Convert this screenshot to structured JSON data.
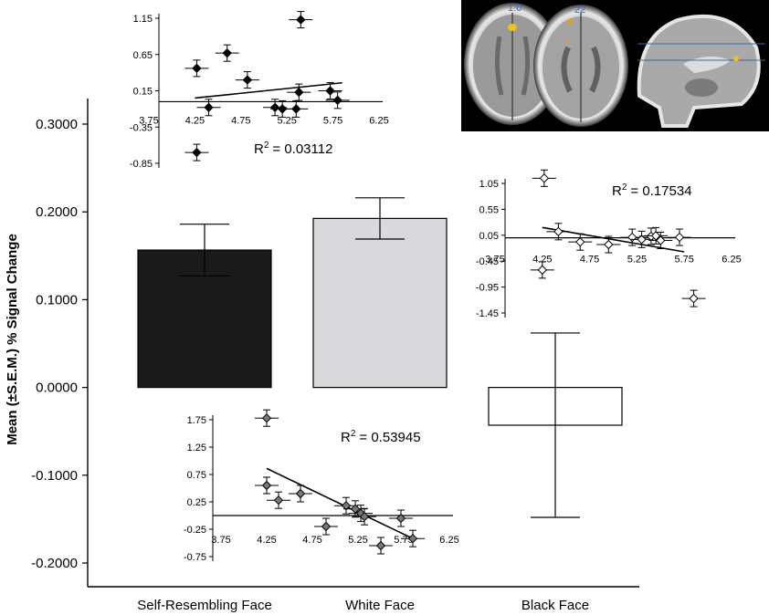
{
  "chart_data": [
    {
      "type": "bar",
      "ylabel": "Mean (±S.E.M.) % Signal Change",
      "categories": [
        "Self-Resembling Face",
        "White Face",
        "Black Face"
      ],
      "values": [
        0.1565,
        0.1925,
        -0.043
      ],
      "errors": [
        0.0295,
        0.0235,
        0.105
      ],
      "colors": [
        "#1a1a1a",
        "#d9dadd",
        "#ffffff"
      ],
      "ylim": [
        -0.2,
        0.3
      ],
      "yticks": [
        "0.3000",
        "0.2000",
        "0.1000",
        "0.0000",
        "-0.1000",
        "-0.2000"
      ],
      "grid": false
    },
    {
      "type": "scatter",
      "r2_label": "R",
      "r2_value": "= 0.03112",
      "xticks": [
        "3.75",
        "4.25",
        "4.75",
        "5.25",
        "5.75",
        "6.25"
      ],
      "yticks": [
        "1.15",
        "0.65",
        "0.15",
        "-0.35",
        "-0.85"
      ],
      "marker_color": "#000000",
      "points": [
        {
          "x": 4.27,
          "y": 0.46
        },
        {
          "x": 4.6,
          "y": 0.67
        },
        {
          "x": 4.82,
          "y": 0.3
        },
        {
          "x": 5.4,
          "y": 1.13
        },
        {
          "x": 4.4,
          "y": -0.08
        },
        {
          "x": 5.12,
          "y": -0.08
        },
        {
          "x": 5.2,
          "y": -0.1
        },
        {
          "x": 5.35,
          "y": -0.1
        },
        {
          "x": 5.38,
          "y": 0.13
        },
        {
          "x": 5.72,
          "y": 0.15
        },
        {
          "x": 5.8,
          "y": 0.02
        },
        {
          "x": 4.27,
          "y": -0.7
        }
      ],
      "fit": {
        "x": [
          4.25,
          5.85
        ],
        "y": [
          0.05,
          0.26
        ]
      }
    },
    {
      "type": "scatter",
      "r2_label": "R",
      "r2_value": "= 0.17534",
      "xticks": [
        "3.75",
        "4.25",
        "4.75",
        "5.25",
        "5.75",
        "6.25"
      ],
      "yticks": [
        "1.05",
        "0.55",
        "0.05",
        "-0.45",
        "-0.95",
        "-1.45"
      ],
      "marker_color": "#ffffff",
      "points": [
        {
          "x": 4.27,
          "y": 1.15
        },
        {
          "x": 4.42,
          "y": 0.12
        },
        {
          "x": 4.65,
          "y": -0.08
        },
        {
          "x": 4.95,
          "y": -0.13
        },
        {
          "x": 5.2,
          "y": 0.01
        },
        {
          "x": 5.3,
          "y": -0.03
        },
        {
          "x": 5.4,
          "y": 0.03
        },
        {
          "x": 5.45,
          "y": 0.04
        },
        {
          "x": 5.5,
          "y": -0.05
        },
        {
          "x": 5.7,
          "y": 0.01
        },
        {
          "x": 4.25,
          "y": -0.62
        },
        {
          "x": 5.85,
          "y": -1.17
        }
      ],
      "fit": {
        "x": [
          4.25,
          5.75
        ],
        "y": [
          0.2,
          -0.27
        ]
      }
    },
    {
      "type": "scatter",
      "r2_label": "R",
      "r2_value": "= 0.53945",
      "xticks": [
        "3.75",
        "4.25",
        "4.75",
        "5.25",
        "5.75",
        "6.25"
      ],
      "yticks": [
        "1.75",
        "1.25",
        "0.75",
        "0.25",
        "-0.25",
        "-0.75"
      ],
      "marker_color": "#777777",
      "points": [
        {
          "x": 4.25,
          "y": 1.78
        },
        {
          "x": 4.25,
          "y": 0.55
        },
        {
          "x": 4.38,
          "y": 0.28
        },
        {
          "x": 4.62,
          "y": 0.4
        },
        {
          "x": 4.9,
          "y": -0.2
        },
        {
          "x": 5.12,
          "y": 0.18
        },
        {
          "x": 5.22,
          "y": 0.12
        },
        {
          "x": 5.28,
          "y": 0.04
        },
        {
          "x": 5.32,
          "y": -0.02
        },
        {
          "x": 5.5,
          "y": -0.55
        },
        {
          "x": 5.72,
          "y": -0.05
        },
        {
          "x": 5.85,
          "y": -0.42
        }
      ],
      "fit": {
        "x": [
          4.25,
          5.85
        ],
        "y": [
          0.86,
          -0.42
        ]
      }
    }
  ],
  "brain": {
    "slice_labels": [
      "1.0",
      "22"
    ]
  }
}
